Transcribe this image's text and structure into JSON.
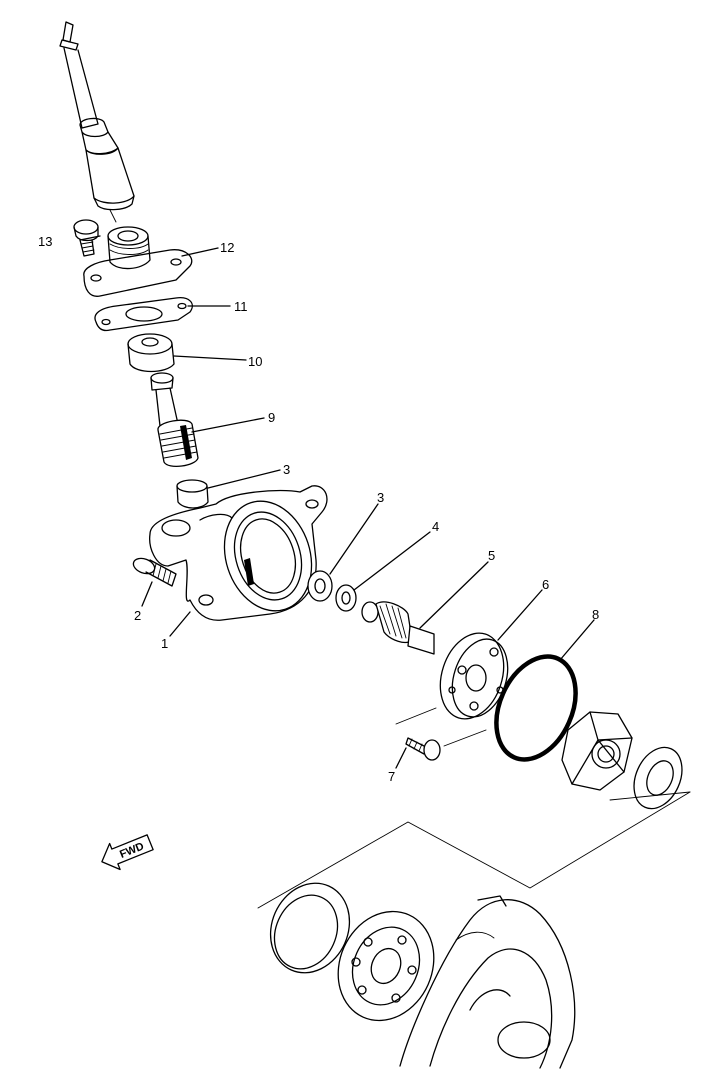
{
  "callouts": [
    {
      "id": "1",
      "text": "1"
    },
    {
      "id": "2",
      "text": "2"
    },
    {
      "id": "3a",
      "text": "3"
    },
    {
      "id": "3b",
      "text": "3"
    },
    {
      "id": "4",
      "text": "4"
    },
    {
      "id": "5",
      "text": "5"
    },
    {
      "id": "6",
      "text": "6"
    },
    {
      "id": "7",
      "text": "7"
    },
    {
      "id": "8",
      "text": "8"
    },
    {
      "id": "9",
      "text": "9"
    },
    {
      "id": "10",
      "text": "10"
    },
    {
      "id": "11",
      "text": "11"
    },
    {
      "id": "12",
      "text": "12"
    },
    {
      "id": "13",
      "text": "13"
    }
  ],
  "direction_marker": {
    "text": "FWD"
  }
}
